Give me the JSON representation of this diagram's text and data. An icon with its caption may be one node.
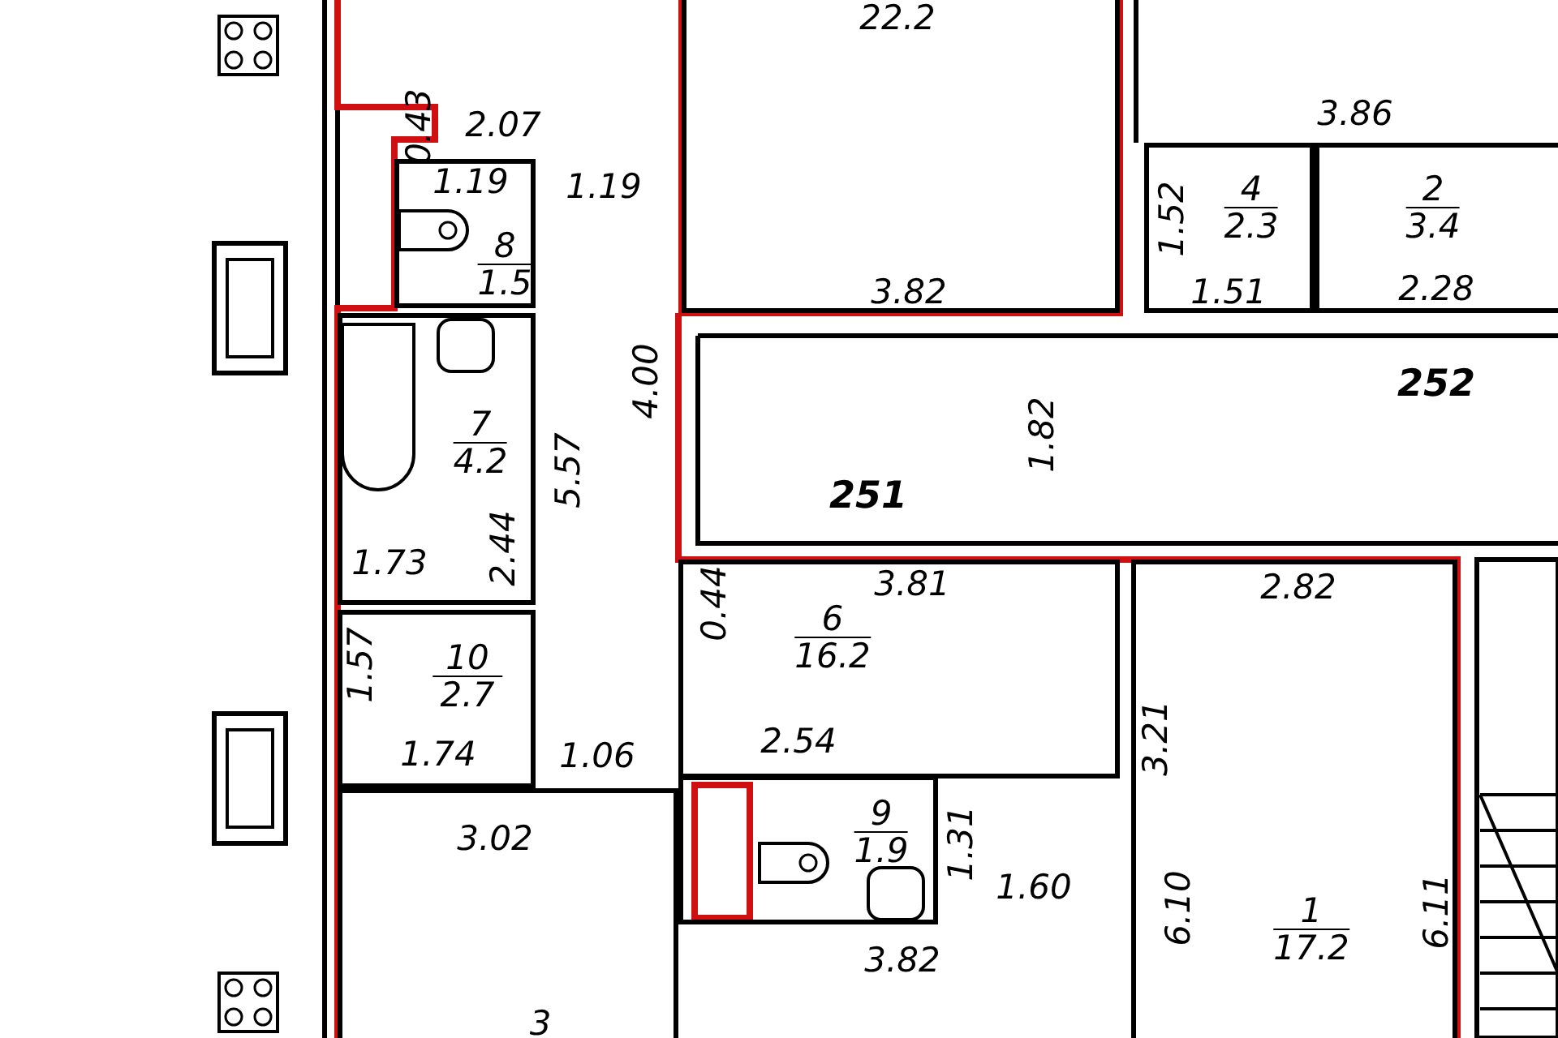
{
  "diagram": {
    "nodes": [
      {
        "text": [
          "22.2"
        ]
      },
      {
        "text": [
          "8",
          "1.5"
        ]
      },
      {
        "text": [
          "7",
          "4.2"
        ]
      },
      {
        "text": [
          "4",
          "2.3"
        ]
      },
      {
        "text": [
          "2",
          "3.4"
        ]
      },
      {
        "text": [
          "10",
          "2.7"
        ]
      },
      {
        "text": [
          "6",
          "16.2"
        ]
      },
      {
        "text": [
          "9",
          "1.9"
        ]
      },
      {
        "text": [
          "1",
          "17.2"
        ]
      },
      {
        "text": [
          "3"
        ]
      }
    ],
    "labels": [
      "0.43",
      "2.07",
      "1.19",
      "1.19",
      "3.86",
      "1.52",
      "3.82",
      "1.51",
      "2.28",
      "4.00",
      "252",
      "1.82",
      "5.57",
      "2.44",
      "1.73",
      "251",
      "0.44",
      "3.81",
      "2.82",
      "1.57",
      "1.74",
      "1.06",
      "3.21",
      "2.54",
      "1.31",
      "3.02",
      "1.60",
      "6.10",
      "6.11",
      "3.82"
    ]
  }
}
